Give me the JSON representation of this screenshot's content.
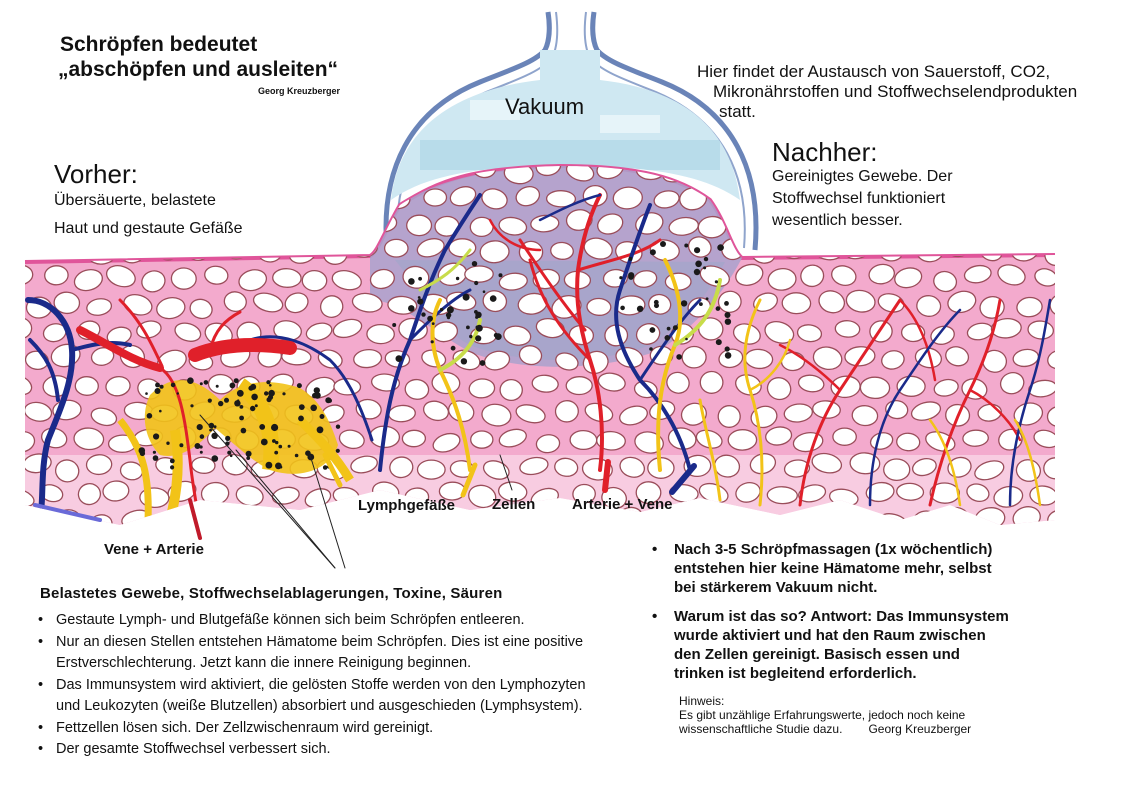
{
  "title": {
    "line1": "Schröpfen bedeutet",
    "line2": "„abschöpfen und ausleiten“",
    "author": "Georg Kreuzberger"
  },
  "vakuum_label": "Vakuum",
  "exchange_text": {
    "line1": "Hier findet der Austausch von Sauerstoff, CO2,",
    "line2": "Mikronährstoffen und Stoffwechselendprodukten",
    "line3": "statt."
  },
  "vorher": {
    "heading": "Vorher:",
    "line1": "Übersäuerte, belastete",
    "line2": "Haut und gestaute Gefäße"
  },
  "nachher": {
    "heading": "Nachher:",
    "line1": "Gereinigtes Gewebe. Der",
    "line2": "Stoffwechsel funktioniert",
    "line3": "wesentlich besser."
  },
  "labels": {
    "lymph": "Lymphgefäße",
    "cells": "Zellen",
    "artery_vein": "Arterie + Vene",
    "vein_artery": "Vene + Arterie"
  },
  "left_block": {
    "heading": "Belastetes Gewebe, Stoffwechselablagerungen, Toxine, Säuren",
    "bullets": [
      {
        "l1": "Gestaute Lymph- und Blutgefäße können sich beim Schröpfen entleeren.",
        "l2": ""
      },
      {
        "l1": "Nur an diesen Stellen entstehen Hämatome beim Schröpfen. Dies ist eine positive",
        "l2": "Erstverschlechterung. Jetzt kann die innere Reinigung beginnen."
      },
      {
        "l1": "Das Immunsystem wird aktiviert, die gelösten Stoffe werden von den Lymphozyten",
        "l2": " und Leukozyten (weiße Blutzellen) absorbiert und ausgeschieden (Lymphsystem)."
      },
      {
        "l1": "Fettzellen lösen sich. Der Zellzwischenraum wird gereinigt.",
        "l2": ""
      },
      {
        "l1": "Der gesamte Stoffwechsel verbessert sich.",
        "l2": ""
      }
    ]
  },
  "right_block": {
    "bullets": [
      {
        "l1": "Nach 3-5 Schröpfmassagen (1x wöchentlich)",
        "l2": "entstehen hier keine Hämatome mehr,  selbst",
        "l3": "bei stärkerem Vakuum nicht.",
        "l4": ""
      },
      {
        "l1": "Warum ist das so? Antwort: Das Immunsystem",
        "l2": "wurde aktiviert und hat den Raum zwischen",
        "l3": "den Zellen gereinigt. Basisch essen und",
        "l4": "trinken ist begleitend erforderlich."
      }
    ]
  },
  "hinweis": {
    "label": "Hinweis:",
    "line1": "Es gibt unzählige Erfahrungswerte, jedoch noch keine",
    "line2": "wissenschaftliche Studie dazu.",
    "author": "Georg Kreuzberger"
  },
  "colors": {
    "tissue": "#f3aacd",
    "tissue_line": "#e0559a",
    "cell_fill": "#ffffff",
    "cell_stroke": "#9a4d5a",
    "artery": "#e0202a",
    "vein": "#1a2a8a",
    "lymph": "#f2c318",
    "lymph_green": "#c8dc4a",
    "cup_stroke": "#6a84b8",
    "vacuum": "#cfe8f2",
    "dome_tissue": "#a9a2cc"
  }
}
